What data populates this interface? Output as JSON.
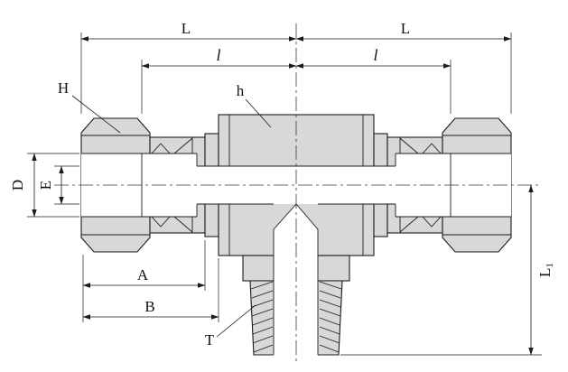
{
  "diagram": {
    "type": "technical-drawing",
    "subject": "male-branch-tee-tube-fitting-section-view",
    "colors": {
      "metal_fill": "#d8d8d8",
      "line": "#1b1b1b",
      "background": "#ffffff"
    },
    "labels": {
      "L_left": "L",
      "L_right": "L",
      "l_left": "l",
      "l_right": "l",
      "H": "H",
      "h": "h",
      "D": "D",
      "E": "E",
      "A": "A",
      "B": "B",
      "T": "T",
      "L1_main": "L",
      "L1_sub": "1"
    }
  }
}
